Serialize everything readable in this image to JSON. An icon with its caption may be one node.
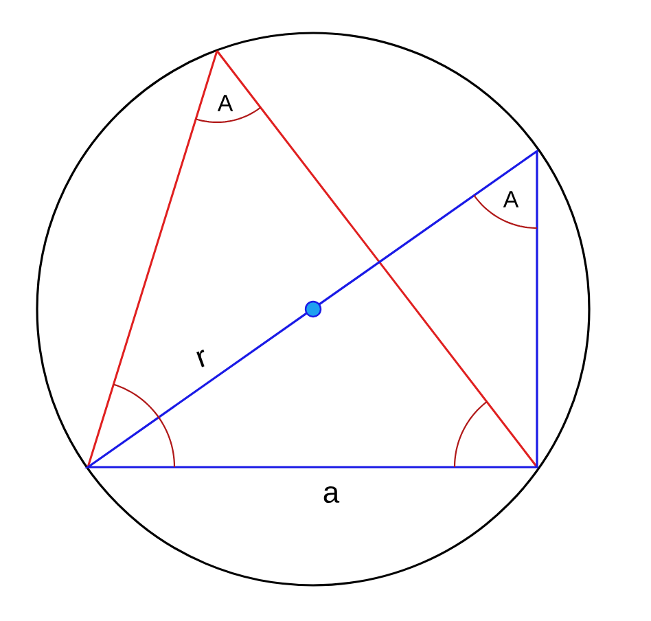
{
  "diagram": {
    "labels": [
      "A",
      "A",
      "r",
      "a"
    ]
  }
}
